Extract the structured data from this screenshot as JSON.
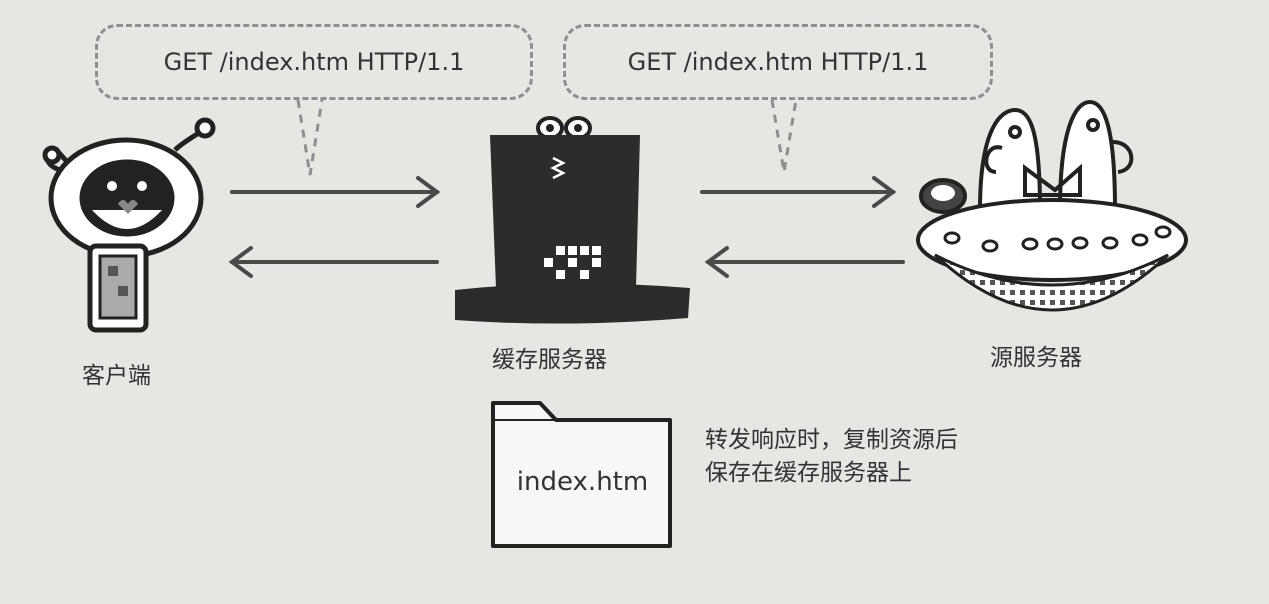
{
  "bubbles": {
    "left_request": "GET /index.htm HTTP/1.1",
    "right_request": "GET /index.htm HTTP/1.1"
  },
  "nodes": {
    "client": "客户端",
    "cache_server": "缓存服务器",
    "origin_server": "源服务器"
  },
  "file": {
    "name": "index.htm"
  },
  "note": {
    "line1": "转发响应时，复制资源后",
    "line2": "保存在缓存服务器上"
  }
}
